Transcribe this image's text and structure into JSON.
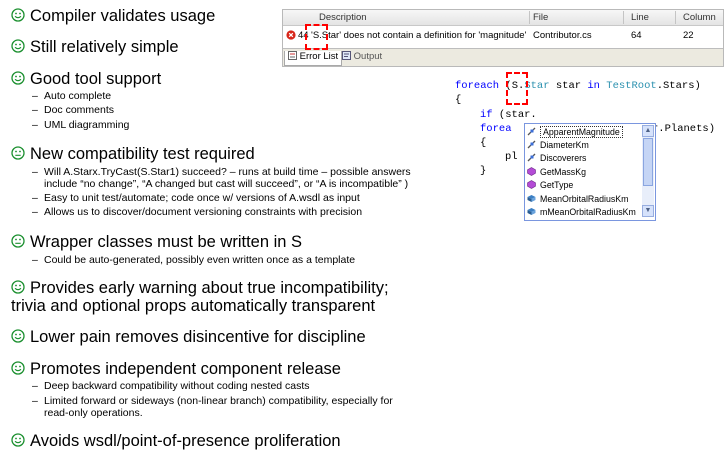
{
  "bullets": [
    {
      "icon": "smiley-happy-icon",
      "text": "Compiler validates usage",
      "subs": []
    },
    {
      "icon": "smiley-happy-icon",
      "text": "Still relatively simple",
      "subs": []
    },
    {
      "icon": "smiley-happy-icon",
      "text": "Good tool support",
      "subs": [
        "Auto complete",
        "Doc comments",
        "UML diagramming"
      ]
    },
    {
      "icon": "smiley-neutral-icon",
      "text": "New compatibility test required",
      "subs": [
        "Will A.Starx.TryCast(S.Star1) succeed? – runs at build time – possible answers",
        "include “no change”, “A changed but cast will succeed”, or “A is incompatible” )",
        "Easy to unit test/automate; code once w/ versions of A.wsdl as input",
        "Allows us to discover/document versioning constraints with precision"
      ]
    },
    {
      "icon": "smiley-neutral-icon",
      "text": "Wrapper classes must be written in S",
      "subs": [
        "Could be auto-generated, possibly even written once as a template"
      ]
    },
    {
      "icon": "smiley-happy-icon",
      "text": "Provides early warning about true incompatibility;",
      "text2": "trivia and optional props automatically transparent",
      "subs": []
    },
    {
      "icon": "smiley-happy-icon",
      "text": "Lower pain removes disincentive for discipline",
      "subs": []
    },
    {
      "icon": "smiley-happy-icon",
      "text": "Promotes independent component release",
      "subs": [
        "Deep backward compatibility without coding nested casts",
        "Limited forward or sideways (non-linear branch) compatibility, especially for",
        "read-only operations."
      ]
    },
    {
      "icon": "smiley-happy-icon",
      "text": "Avoids wsdl/point-of-presence proliferation",
      "subs": []
    }
  ],
  "error_list": {
    "columns": [
      "Description",
      "File",
      "Line",
      "Column"
    ],
    "row": {
      "num": "44",
      "description": "'S.Star' does not contain a definition for 'magnitude'",
      "file": "Contributor.cs",
      "line": "64",
      "column": "22"
    },
    "tabs": [
      "Error List",
      "Output"
    ]
  },
  "code": {
    "line1": {
      "kw1": "foreach",
      "p1": " (S.",
      "ty1": "Star",
      "p2": " star ",
      "kw2": "in",
      "p3": " ",
      "ty2": "TestRoot",
      "p4": ".Stars)"
    },
    "line2": "{",
    "line3": {
      "kw": "if",
      "rest": " (star."
    },
    "line4a": "forea",
    "line4b": "r.Planets)",
    "line5": "{",
    "line6a": "pl",
    "line6b": ";",
    "line7": "}"
  },
  "intellisense": {
    "items": [
      {
        "label": "ApparentMagnitude",
        "kind": "property"
      },
      {
        "label": "DiameterKm",
        "kind": "property"
      },
      {
        "label": "Discoverers",
        "kind": "property"
      },
      {
        "label": "GetMassKg",
        "kind": "method"
      },
      {
        "label": "GetType",
        "kind": "method"
      },
      {
        "label": "MeanOrbitalRadiusKm",
        "kind": "field"
      },
      {
        "label": "mMeanOrbitalRadiusKm",
        "kind": "field"
      }
    ]
  },
  "colors": {
    "keyword": "#0000ff",
    "type": "#2b91af",
    "highlight": "#ff0000",
    "smiley": "#1a8f2e"
  }
}
